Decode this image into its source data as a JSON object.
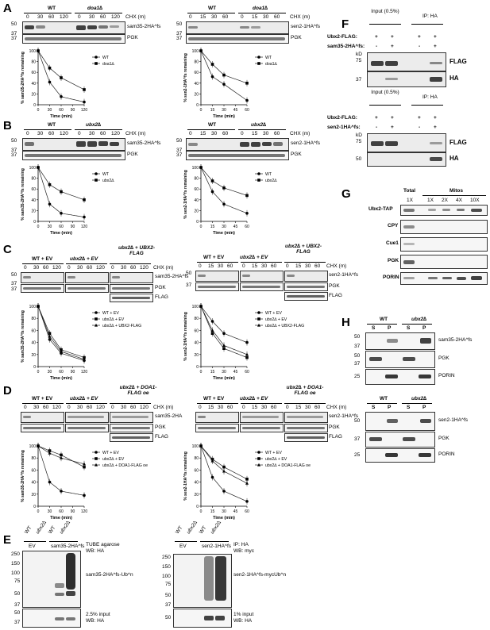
{
  "panels": {
    "A": {
      "label": "A",
      "left": {
        "groups": [
          "WT",
          "doa1∆"
        ],
        "chx_label": "CHX (m)",
        "lanes": [
          "0",
          "30",
          "60",
          "120",
          "0",
          "30",
          "60",
          "120"
        ],
        "rows": [
          "sam35-2HA^fs",
          "PGK"
        ],
        "mw": [
          "50",
          "37",
          "37"
        ],
        "plot": {
          "ylabel": "% sam35-2HA^fs remaining",
          "xlabel": "Time (min)",
          "legend": [
            "WT",
            "doa1∆"
          ]
        }
      },
      "right": {
        "groups": [
          "WT",
          "doa1∆"
        ],
        "chx_label": "CHX (m)",
        "lanes": [
          "0",
          "15",
          "30",
          "60",
          "0",
          "15",
          "30",
          "60"
        ],
        "rows": [
          "sen2-1HA^fs",
          "PGK"
        ],
        "mw": [
          "50",
          "37",
          "37"
        ],
        "plot": {
          "ylabel": "% sen2-1HA^fs remaining",
          "xlabel": "Time (min)",
          "legend": [
            "WT",
            "doa1∆"
          ]
        }
      }
    },
    "B": {
      "label": "B",
      "left": {
        "groups": [
          "WT",
          "ubx2∆"
        ],
        "chx_label": "CHX (m)",
        "lanes": [
          "0",
          "30",
          "60",
          "120",
          "0",
          "30",
          "60",
          "120"
        ],
        "rows": [
          "sam35-2HA^fs",
          "PGK"
        ],
        "mw": [
          "50",
          "37",
          "37"
        ],
        "plot": {
          "ylabel": "% sam35-2HA^fs remaining",
          "xlabel": "Time (min)",
          "legend": [
            "WT",
            "ubx2∆"
          ]
        }
      },
      "right": {
        "groups": [
          "WT",
          "ubx2∆"
        ],
        "chx_label": "CHX (m)",
        "lanes": [
          "0",
          "15",
          "30",
          "60",
          "0",
          "15",
          "30",
          "60"
        ],
        "rows": [
          "sen2-1HA^fs",
          "PGK"
        ],
        "mw": [
          "50",
          "37",
          "37"
        ],
        "plot": {
          "ylabel": "% sen2-1HA^fs remaining",
          "xlabel": "Time (min)",
          "legend": [
            "WT",
            "ubx2∆"
          ]
        }
      }
    },
    "C": {
      "label": "C",
      "left": {
        "groups": [
          "WT + EV",
          "ubx2∆ + EV",
          "ubx2∆ + UBX2-FLAG"
        ],
        "chx_label": "CHX (m)",
        "lanes": [
          "0",
          "30",
          "60",
          "120"
        ],
        "rows": [
          "sam35-2HA^fs",
          "PGK",
          "FLAG"
        ],
        "mw": [
          "50",
          "37",
          "37"
        ],
        "plot": {
          "ylabel": "% sam35-2HA^fs remaining",
          "xlabel": "Time (min)",
          "legend": [
            "WT + EV",
            "ubx2∆ + EV",
            "ubx2∆ + UBX2-FLAG"
          ]
        }
      },
      "right": {
        "groups": [
          "WT + EV",
          "ubx2∆ + EV",
          "ubx2∆ + UBX2-FLAG"
        ],
        "chx_label": "CHX (m)",
        "lanes": [
          "0",
          "15",
          "30",
          "60"
        ],
        "rows": [
          "sen2-1HA^fs",
          "PGK",
          "FLAG"
        ],
        "mw": [
          "50",
          "37"
        ],
        "plot": {
          "ylabel": "% sen2-1HA^fs remaining",
          "xlabel": "Time (min)",
          "legend": [
            "WT + EV",
            "ubx2∆ + EV",
            "ubx2∆ + UBX2-FLAG"
          ]
        }
      }
    },
    "D": {
      "label": "D",
      "left": {
        "groups": [
          "WT + EV",
          "ubx2∆ + EV",
          "ubx2∆ + DOA1-FLAG oe"
        ],
        "chx_label": "CHX (m)",
        "lanes": [
          "0",
          "30",
          "60",
          "120"
        ],
        "rows": [
          "sam35-2HA",
          "PGK",
          "FLAG"
        ],
        "plot": {
          "ylabel": "% sam35-2HA^fs remaining",
          "xlabel": "Time (min)",
          "legend": [
            "WT + EV",
            "ubx2∆ + EV",
            "ubx2∆ + DOA1-FLAG oe"
          ]
        }
      },
      "right": {
        "groups": [
          "WT + EV",
          "ubx2∆ + EV",
          "ubx2∆ + DOA1-FLAG oe"
        ],
        "chx_label": "CHX (m)",
        "lanes": [
          "0",
          "15",
          "30",
          "60"
        ],
        "rows": [
          "sen2-1HA^fs",
          "PGK",
          "FLAG"
        ],
        "plot": {
          "ylabel": "% sen2-1HA^fs remaining",
          "xlabel": "Time (min)",
          "legend": [
            "WT + EV",
            "ubx2∆ + EV",
            "ubx2∆ + DOA1-FLAG oe"
          ]
        }
      }
    },
    "E": {
      "label": "E",
      "left": {
        "lanes": [
          "WT",
          "ubx2∆",
          "WT",
          "ubx2∆"
        ],
        "groups": [
          "EV",
          "sam35-2HA^fs"
        ],
        "right_top": [
          "TUBE agarose",
          "WB: HA"
        ],
        "right_mid": "sam35-2HA^fs-Ub^n",
        "right_bot": [
          "2.5% input",
          "WB: HA"
        ],
        "mw": [
          "250",
          "150",
          "100",
          "75",
          "50",
          "37",
          "50",
          "37"
        ]
      },
      "right": {
        "lanes": [
          "WT",
          "ubx2∆",
          "WT",
          "ubx2∆"
        ],
        "groups": [
          "EV",
          "sen2-1HA^fs"
        ],
        "right_top": [
          "IP: HA",
          "WB: myc"
        ],
        "right_mid": "sen2-1HA^fs-mycUb^n",
        "right_bot": [
          "1% input",
          "WB: HA"
        ],
        "mw": [
          "250",
          "150",
          "100",
          "75",
          "50",
          "37",
          "50"
        ]
      }
    },
    "F": {
      "label": "F",
      "top": {
        "headers": [
          "Input (0.5%)",
          "IP: HA"
        ],
        "rows": [
          "Ubx2-FLAG:",
          "sam35-2HA^fs:"
        ],
        "signs": [
          [
            "+",
            "+",
            "+",
            "+"
          ],
          [
            "-",
            "+",
            "-",
            "+"
          ]
        ],
        "blots": [
          "FLAG",
          "HA"
        ],
        "mw_unit": "kD",
        "mw": [
          "75",
          "37"
        ]
      },
      "bottom": {
        "headers": [
          "Input (0.5%)",
          "IP: HA"
        ],
        "rows": [
          "Ubx2-FLAG:",
          "sen2-1HA^fs:"
        ],
        "signs": [
          [
            "+",
            "+",
            "+",
            "+"
          ],
          [
            "-",
            "+",
            "-",
            "+"
          ]
        ],
        "blots": [
          "FLAG",
          "HA"
        ],
        "mw_unit": "kD",
        "mw": [
          "75",
          "50"
        ]
      }
    },
    "G": {
      "label": "G",
      "headers": [
        "Total",
        "Mitos"
      ],
      "lanes": [
        "1X",
        "1X",
        "2X",
        "4X",
        "10X"
      ],
      "rows": [
        "Ubx2-TAP",
        "CPY",
        "Cue1",
        "PGK",
        "PORIN"
      ]
    },
    "H": {
      "label": "H",
      "top": {
        "groups": [
          "WT",
          "ubx2∆"
        ],
        "lanes": [
          "S",
          "P",
          "S",
          "P"
        ],
        "rows": [
          "sam35-2HA^fs",
          "PGK",
          "PORIN"
        ],
        "mw": [
          "50",
          "37",
          "50",
          "37",
          "25"
        ]
      },
      "bottom": {
        "groups": [
          "WT",
          "ubx2∆"
        ],
        "lanes": [
          "S",
          "P",
          "S",
          "P"
        ],
        "rows": [
          "sen2-1HA^fs",
          "PGK",
          "PORIN"
        ],
        "mw": [
          "50",
          "37",
          "25"
        ]
      }
    }
  },
  "chart_data": [
    {
      "id": "A-left",
      "type": "line",
      "x": [
        0,
        30,
        60,
        90,
        120
      ],
      "xlim": [
        0,
        120
      ],
      "ylim": [
        0,
        100
      ],
      "series": [
        {
          "name": "WT",
          "values": [
            100,
            42,
            15,
            null,
            5
          ]
        },
        {
          "name": "doa1∆",
          "values": [
            100,
            68,
            50,
            null,
            28
          ]
        }
      ]
    },
    {
      "id": "A-right",
      "type": "line",
      "x": [
        0,
        15,
        30,
        45,
        60
      ],
      "xlim": [
        0,
        60
      ],
      "ylim": [
        0,
        100
      ],
      "series": [
        {
          "name": "WT",
          "values": [
            100,
            52,
            38,
            null,
            8
          ]
        },
        {
          "name": "doa1∆",
          "values": [
            100,
            75,
            55,
            null,
            40
          ]
        }
      ]
    },
    {
      "id": "B-left",
      "type": "line",
      "x": [
        0,
        30,
        60,
        90,
        120
      ],
      "xlim": [
        0,
        120
      ],
      "ylim": [
        0,
        100
      ],
      "series": [
        {
          "name": "WT",
          "values": [
            100,
            32,
            15,
            null,
            8
          ]
        },
        {
          "name": "ubx2∆",
          "values": [
            100,
            68,
            55,
            null,
            40
          ]
        }
      ]
    },
    {
      "id": "B-right",
      "type": "line",
      "x": [
        0,
        15,
        30,
        45,
        60
      ],
      "xlim": [
        0,
        60
      ],
      "ylim": [
        0,
        100
      ],
      "series": [
        {
          "name": "WT",
          "values": [
            100,
            55,
            32,
            null,
            15
          ]
        },
        {
          "name": "ubx2∆",
          "values": [
            100,
            75,
            62,
            null,
            48
          ]
        }
      ]
    },
    {
      "id": "C-left",
      "type": "line",
      "x": [
        0,
        30,
        60,
        90,
        120
      ],
      "xlim": [
        0,
        120
      ],
      "ylim": [
        0,
        100
      ],
      "series": [
        {
          "name": "WT + EV",
          "values": [
            100,
            45,
            22,
            null,
            10
          ]
        },
        {
          "name": "ubx2∆ + EV",
          "values": [
            100,
            55,
            28,
            null,
            15
          ]
        },
        {
          "name": "ubx2∆ + UBX2-FLAG",
          "values": [
            100,
            50,
            25,
            null,
            12
          ]
        }
      ]
    },
    {
      "id": "C-right",
      "type": "line",
      "x": [
        0,
        15,
        30,
        45,
        60
      ],
      "xlim": [
        0,
        60
      ],
      "ylim": [
        0,
        100
      ],
      "series": [
        {
          "name": "WT + EV",
          "values": [
            100,
            75,
            55,
            null,
            40
          ]
        },
        {
          "name": "ubx2∆ + EV",
          "values": [
            100,
            55,
            30,
            null,
            15
          ]
        },
        {
          "name": "ubx2∆ + UBX2-FLAG",
          "values": [
            100,
            60,
            35,
            null,
            20
          ]
        }
      ]
    },
    {
      "id": "D-left",
      "type": "line",
      "x": [
        0,
        30,
        60,
        90,
        120
      ],
      "xlim": [
        0,
        120
      ],
      "ylim": [
        0,
        100
      ],
      "series": [
        {
          "name": "WT + EV",
          "values": [
            100,
            40,
            25,
            null,
            18
          ]
        },
        {
          "name": "ubx2∆ + EV",
          "values": [
            100,
            92,
            85,
            null,
            65
          ]
        },
        {
          "name": "ubx2∆ + DOA1-FLAG oe",
          "values": [
            100,
            88,
            80,
            null,
            70
          ]
        }
      ]
    },
    {
      "id": "D-right",
      "type": "line",
      "x": [
        0,
        15,
        30,
        45,
        60
      ],
      "xlim": [
        0,
        60
      ],
      "ylim": [
        0,
        100
      ],
      "series": [
        {
          "name": "WT + EV",
          "values": [
            100,
            48,
            25,
            null,
            8
          ]
        },
        {
          "name": "ubx2∆ + EV",
          "values": [
            100,
            78,
            65,
            null,
            45
          ]
        },
        {
          "name": "ubx2∆ + DOA1-FLAG oe",
          "values": [
            100,
            75,
            58,
            null,
            38
          ]
        }
      ]
    }
  ]
}
